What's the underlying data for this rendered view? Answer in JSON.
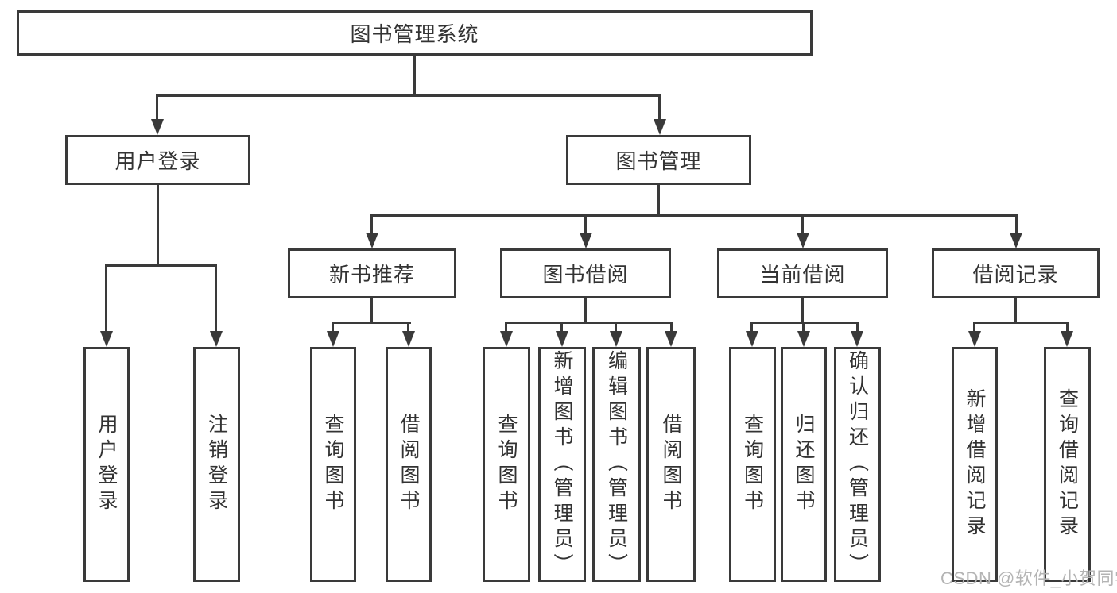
{
  "diagram": {
    "root": {
      "label": "图书管理系统"
    },
    "level2": [
      {
        "label": "用户登录",
        "children": [
          {
            "label": "用户登录"
          },
          {
            "label": "注销登录"
          }
        ]
      },
      {
        "label": "图书管理",
        "children": [
          {
            "label": "新书推荐",
            "children": [
              {
                "label": "查询图书"
              },
              {
                "label": "借阅图书"
              }
            ]
          },
          {
            "label": "图书借阅",
            "children": [
              {
                "label": "查询图书"
              },
              {
                "label": "新增图书（管理员）"
              },
              {
                "label": "编辑图书（管理员）"
              },
              {
                "label": "借阅图书"
              }
            ]
          },
          {
            "label": "当前借阅",
            "children": [
              {
                "label": "查询图书"
              },
              {
                "label": "归还图书"
              },
              {
                "label": "确认归还（管理员）"
              }
            ]
          },
          {
            "label": "借阅记录",
            "children": [
              {
                "label": "新增借阅记录"
              },
              {
                "label": "查询借阅记录"
              }
            ]
          }
        ]
      }
    ]
  },
  "watermark": {
    "text": "CSDN @软件_小贺同学"
  },
  "colors": {
    "line": "#3a3a3a",
    "text": "#333333",
    "watermark": "#b4b4b4",
    "background": "#ffffff"
  }
}
